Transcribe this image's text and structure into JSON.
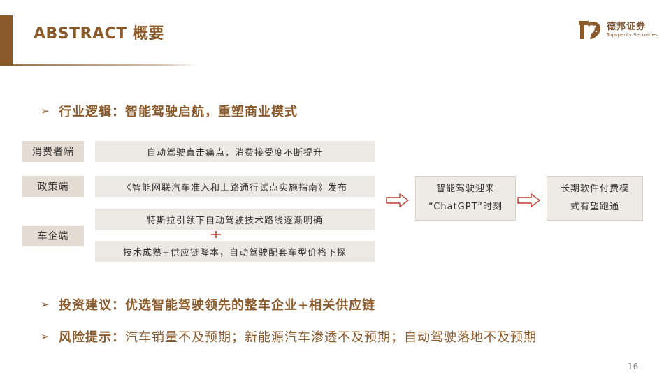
{
  "header": {
    "title": "ABSTRACT 概要",
    "logo_cn": "德邦证券",
    "logo_en": "Topsperity Securities"
  },
  "bullets": {
    "arrow_glyph": "➢",
    "industry_logic": {
      "label": "行业逻辑：智能驾驶启航，重塑商业模式"
    },
    "investment": {
      "label": "投资建议：优选智能驾驶领先的整车企业+相关供应链"
    },
    "risk": {
      "label": "风险提示：",
      "body": "汽车销量不及预期；新能源汽车渗透不及预期；自动驾驶落地不及预期"
    }
  },
  "diagram": {
    "consumer_tag": "消费者端",
    "consumer_text": "自动驾驶直击痛点，消费接受度不断提升",
    "policy_tag": "政策端",
    "policy_text": "《智能网联汽车准入和上路通行试点实施指南》发布",
    "oem_tag": "车企端",
    "oem_text_1": "特斯拉引领下自动驾驶技术路线逐渐明确",
    "oem_text_2": "技术成熟+供应链降本，自动驾驶配套车型价格下探",
    "outcome_1_line1": "智能驾驶迎来",
    "outcome_1_line2": "“ChatGPT”时刻",
    "outcome_2_line1": "长期软件付费模",
    "outcome_2_line2": "式有望跑通"
  },
  "footer": {
    "page_number": "16"
  },
  "colors": {
    "accent": "#8B5A2B",
    "tag_bg": "#E4DCD3",
    "box_bg": "#ECE8E3",
    "arrow_red": "#C0392B"
  }
}
